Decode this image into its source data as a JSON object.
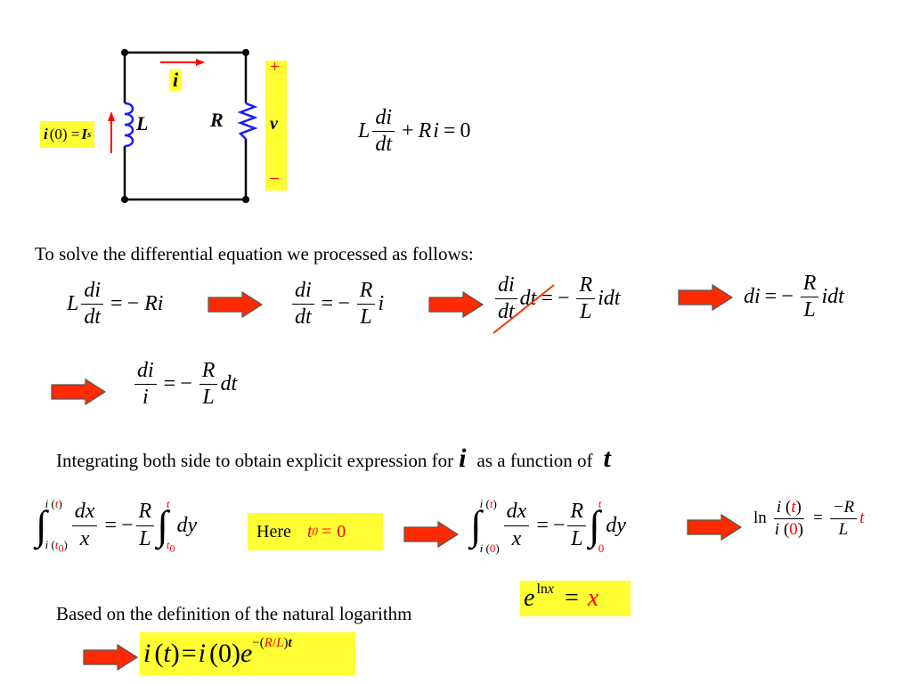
{
  "circuit": {
    "current_label": "i",
    "inductor_label": "L",
    "resistor_label": "R",
    "voltage_label": "v",
    "plus": "+",
    "minus": "–",
    "initial": {
      "i": "i",
      "paren": "(0) =",
      "I": "I",
      "s": "s"
    }
  },
  "top_equation": {
    "L": "L",
    "di": "di",
    "dt": "dt",
    "plus": "+",
    "R": "R",
    "i": "i",
    "eq": "=",
    "zero": "0"
  },
  "intro_text": "To solve the differential equation we processed as follows:",
  "step1": {
    "L": "L",
    "di": "di",
    "dt": "dt",
    "eq": "=",
    "minus": "−",
    "R": "R",
    "i": "i"
  },
  "step2": {
    "di": "di",
    "dt": "dt",
    "eq": "=",
    "minus": "−",
    "R": "R",
    "L": "L",
    "i": "i"
  },
  "step3": {
    "di": "di",
    "dt": "dt",
    "dt2": "dt",
    "eq": "=",
    "minus": "−",
    "R": "R",
    "L": "L",
    "idt": "idt"
  },
  "step4": {
    "di": "di",
    "eq": "=",
    "minus": "−",
    "R": "R",
    "L": "L",
    "idt": "idt"
  },
  "step5": {
    "di": "di",
    "i": "i",
    "eq": "=",
    "minus": "−",
    "R": "R",
    "L": "L",
    "dt": "dt"
  },
  "integrating_text": {
    "prefix": "Integrating both side to obtain explicit expression for",
    "i": "i",
    "middle": "as a function of",
    "t": "t"
  },
  "integral1": {
    "upper_i": "i",
    "upper_t": "t",
    "lower_i": "i",
    "lower_t": "t",
    "lower_sub": "0",
    "dx": "dx",
    "x": "x",
    "eq": "=",
    "minus": "−",
    "R": "R",
    "L": "L",
    "upper2": "t",
    "lower2": "t",
    "lower2_sub": "0",
    "dy": "dy"
  },
  "here_box": {
    "label": "Here",
    "t": "t",
    "sub": "0",
    "eq": "=",
    "value": "0"
  },
  "integral2": {
    "upper_i": "i",
    "upper_t": "t",
    "lower_i": "i",
    "lower_zero": "0",
    "dx": "dx",
    "x": "x",
    "eq": "=",
    "minus": "−",
    "R": "R",
    "L": "L",
    "upper2": "t",
    "lower2": "0",
    "dy": "dy"
  },
  "ln_result": {
    "ln": "ln",
    "i_num": "i",
    "t_num": "t",
    "i_den": "i",
    "zero_den": "0",
    "eq": "=",
    "num": "−R",
    "den": "L",
    "t": "t"
  },
  "definition_text": "Based on the definition of the natural logarithm",
  "exp_identity": {
    "e": "e",
    "exp": "ln",
    "exp_x": "x",
    "eq": "=",
    "x": "x"
  },
  "final": {
    "lhs": "i",
    "lhs_t": "t",
    "eq": "=",
    "rhs_i": "i",
    "rhs_zero": "0",
    "e": "e",
    "sup_minus": "−",
    "sup_R": "R",
    "sup_slash": "/",
    "sup_L": "L",
    "sup_t": "t"
  }
}
